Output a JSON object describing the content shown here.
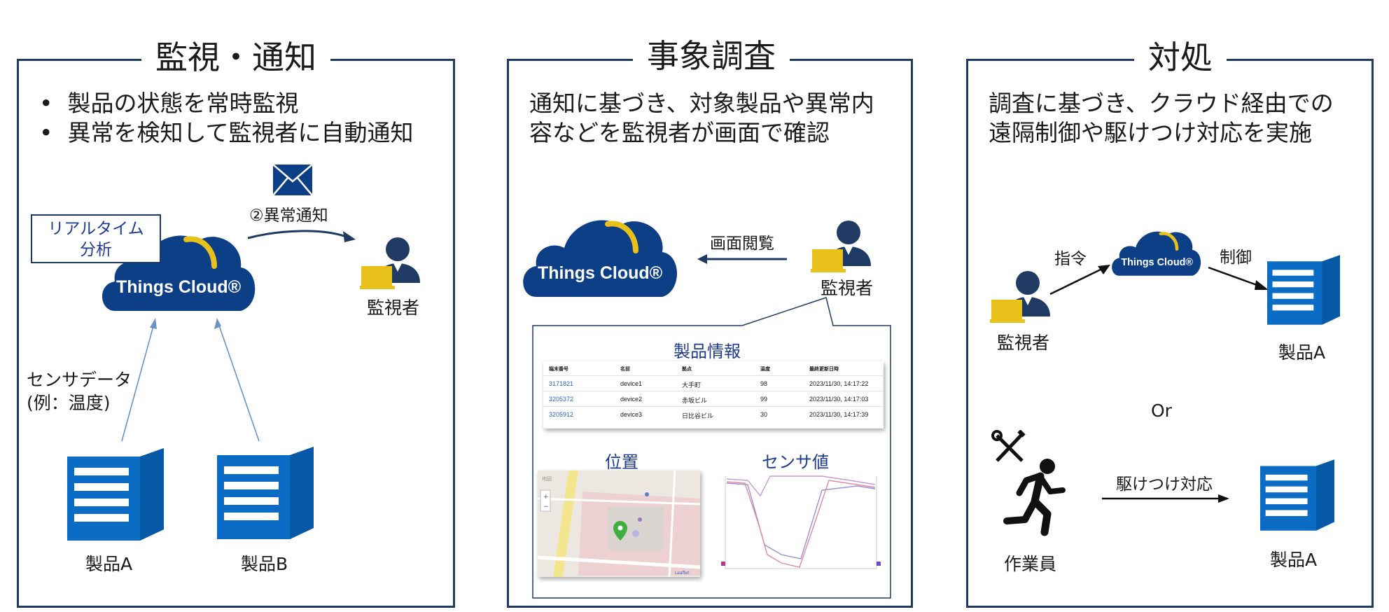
{
  "panels": {
    "monitor": {
      "title": "監視・通知",
      "bullets": [
        "製品の状態を常時監視",
        "異常を検知して監視者に自動通知"
      ],
      "realtime_line1": "リアルタイム",
      "realtime_line2": "分析",
      "notify_label": "②異常通知",
      "sensor_line1": "センサデータ",
      "sensor_line2": "(例：温度)",
      "person_label": "監視者",
      "product_a": "製品A",
      "product_b": "製品B",
      "cloud_label": "Things Cloud®"
    },
    "investigate": {
      "title": "事象調査",
      "desc_line1": "通知に基づき、対象製品や異常内",
      "desc_line2": "容などを監視者が画面で確認",
      "view_label": "画面閲覧",
      "person_label": "監視者",
      "cloud_label": "Things Cloud®",
      "screen": {
        "title": "製品情報",
        "headers": [
          "端末番号",
          "名前",
          "拠点",
          "温度",
          "最終更新日時"
        ],
        "rows": [
          [
            "3171821",
            "device1",
            "大手町",
            "98",
            "2023/11/30, 14:17:22"
          ],
          [
            "3205372",
            "device2",
            "赤坂ビル",
            "99",
            "2023/11/30, 14:17:03"
          ],
          [
            "3205912",
            "device3",
            "日比谷ビル",
            "30",
            "2023/11/30, 14:17:39"
          ]
        ],
        "map_title": "位置",
        "sensor_title": "センサ値"
      }
    },
    "response": {
      "title": "対処",
      "desc_line1": "調査に基づき、クラウド経由での",
      "desc_line2": "遠隔制御や駆けつけ対応を実施",
      "command_label": "指令",
      "control_label": "制御",
      "person_label": "監視者",
      "product_a_top": "製品A",
      "or_label": "Or",
      "rush_label": "駆けつけ対応",
      "worker_label": "作業員",
      "product_a_bottom": "製品A",
      "cloud_label": "Things Cloud®"
    }
  },
  "colors": {
    "navy": "#1f3b63",
    "cloud": "#0d3f86",
    "accent_yellow": "#e8c21a",
    "server_blue": "#0a6cc4",
    "link_blue": "#2f63c4"
  },
  "icons": [
    "envelope-icon",
    "cloud-icon",
    "person-laptop-icon",
    "server-icon",
    "tools-icon",
    "running-person-icon",
    "map-pin-icon"
  ]
}
